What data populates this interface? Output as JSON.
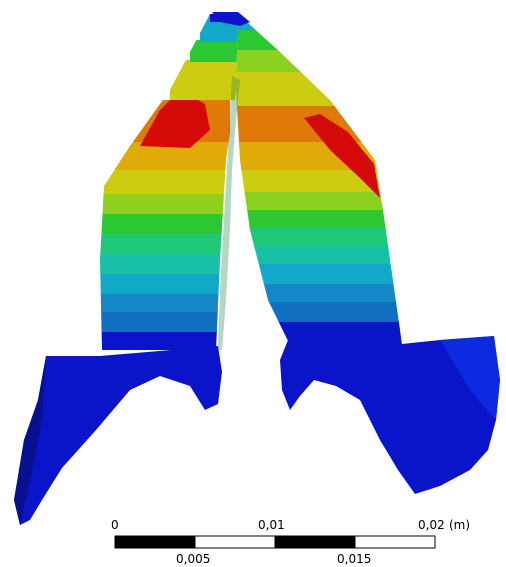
{
  "model": {
    "colors": {
      "blue": "#0a14c8",
      "dark_blue": "#061090",
      "teal_blue": "#0f6fc0",
      "cyan": "#14a8c8",
      "teal": "#18c0a8",
      "green_teal": "#1ec878",
      "green": "#2cc832",
      "yellow_green": "#8cd020",
      "yellow": "#cccc10",
      "orange_yellow": "#e0aa08",
      "orange": "#e07a06",
      "red": "#d40a08"
    }
  },
  "scale_bar": {
    "top_labels": [
      "0",
      "0,01",
      "0,02"
    ],
    "unit": "(m)",
    "bottom_labels": [
      "0,005",
      "0,015"
    ]
  }
}
